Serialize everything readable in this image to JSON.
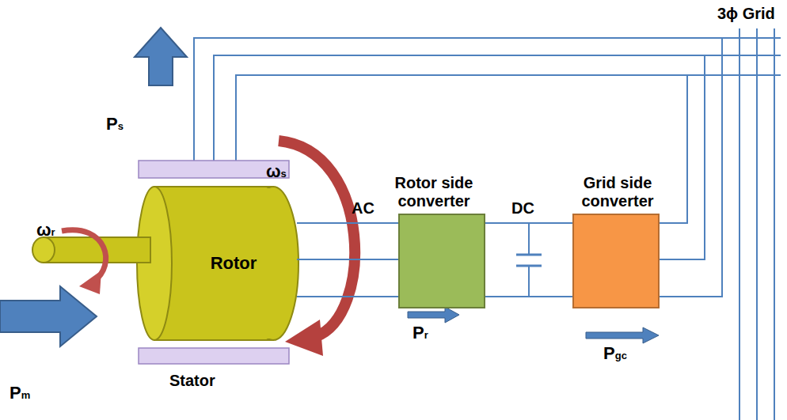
{
  "diagram": {
    "nodes": [
      {
        "text": [
          "Rotor"
        ]
      },
      {
        "text": [
          "Rotor side converter"
        ]
      },
      {
        "text": [
          "Grid side converter"
        ]
      }
    ],
    "edges": [
      {
        "from": 0,
        "to": 1,
        "arrow": "none",
        "label": "AC"
      },
      {
        "from": 1,
        "to": 2,
        "arrow": "none",
        "label": "DC"
      }
    ],
    "labels": [
      "Ps",
      "Pm",
      "ωr",
      "ωs",
      "Pr",
      "Pgc",
      "Stator",
      "3ϕ Grid"
    ]
  }
}
